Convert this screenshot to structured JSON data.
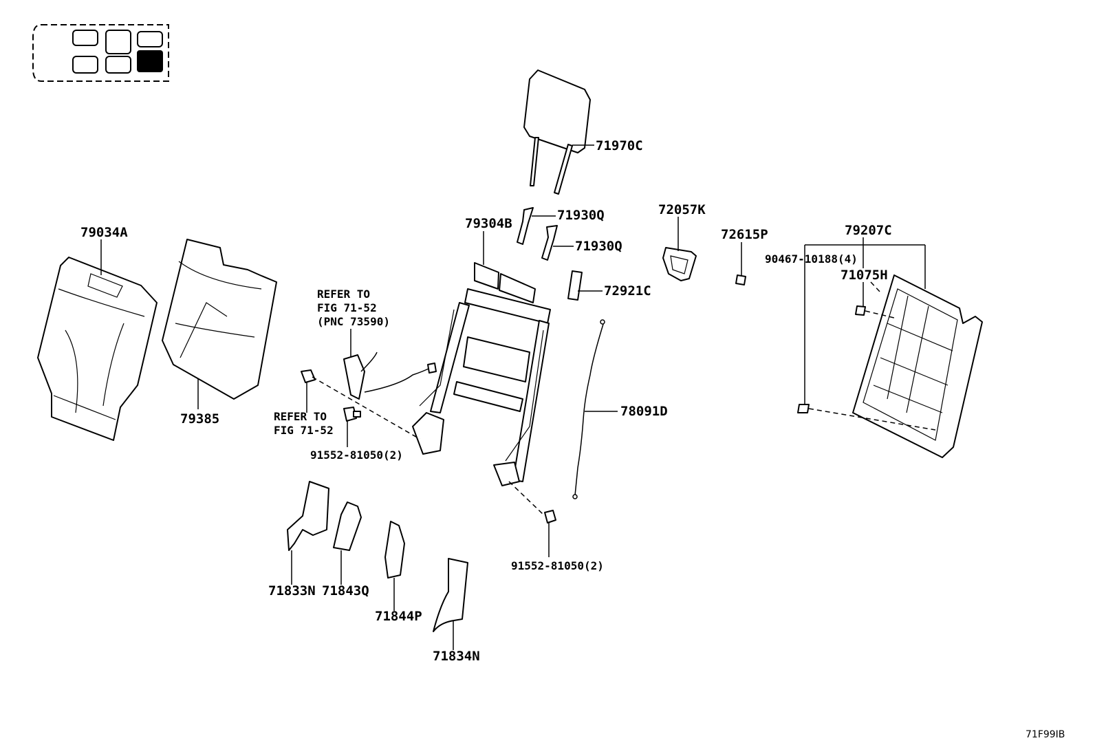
{
  "parts": {
    "p71970C": "71970C",
    "p71930Q_a": "71930Q",
    "p71930Q_b": "71930Q",
    "p79304B": "79304B",
    "p72057K": "72057K",
    "p72615P": "72615P",
    "p79207C": "79207C",
    "p90467": "90467-10188(4)",
    "p71075H": "71075H",
    "p72921C": "72921C",
    "p79034A": "79034A",
    "p79385": "79385",
    "p78091D": "78091D",
    "p91552_a": "91552-81050(2)",
    "p91552_b": "91552-81050(2)",
    "p71833N": "71833N",
    "p71843Q": "71843Q",
    "p71844P": "71844P",
    "p71834N": "71834N"
  },
  "references": {
    "ref1_line1": "REFER TO",
    "ref1_line2": "FIG 71-52",
    "ref1_line3": "(PNC 73590)",
    "ref2_line1": "REFER TO",
    "ref2_line2": "FIG 71-52"
  },
  "figure_code": "71F99IB",
  "seat_position_indicator": {
    "highlighted_seat": "third-row right",
    "icon": "seat-layout-icon"
  }
}
